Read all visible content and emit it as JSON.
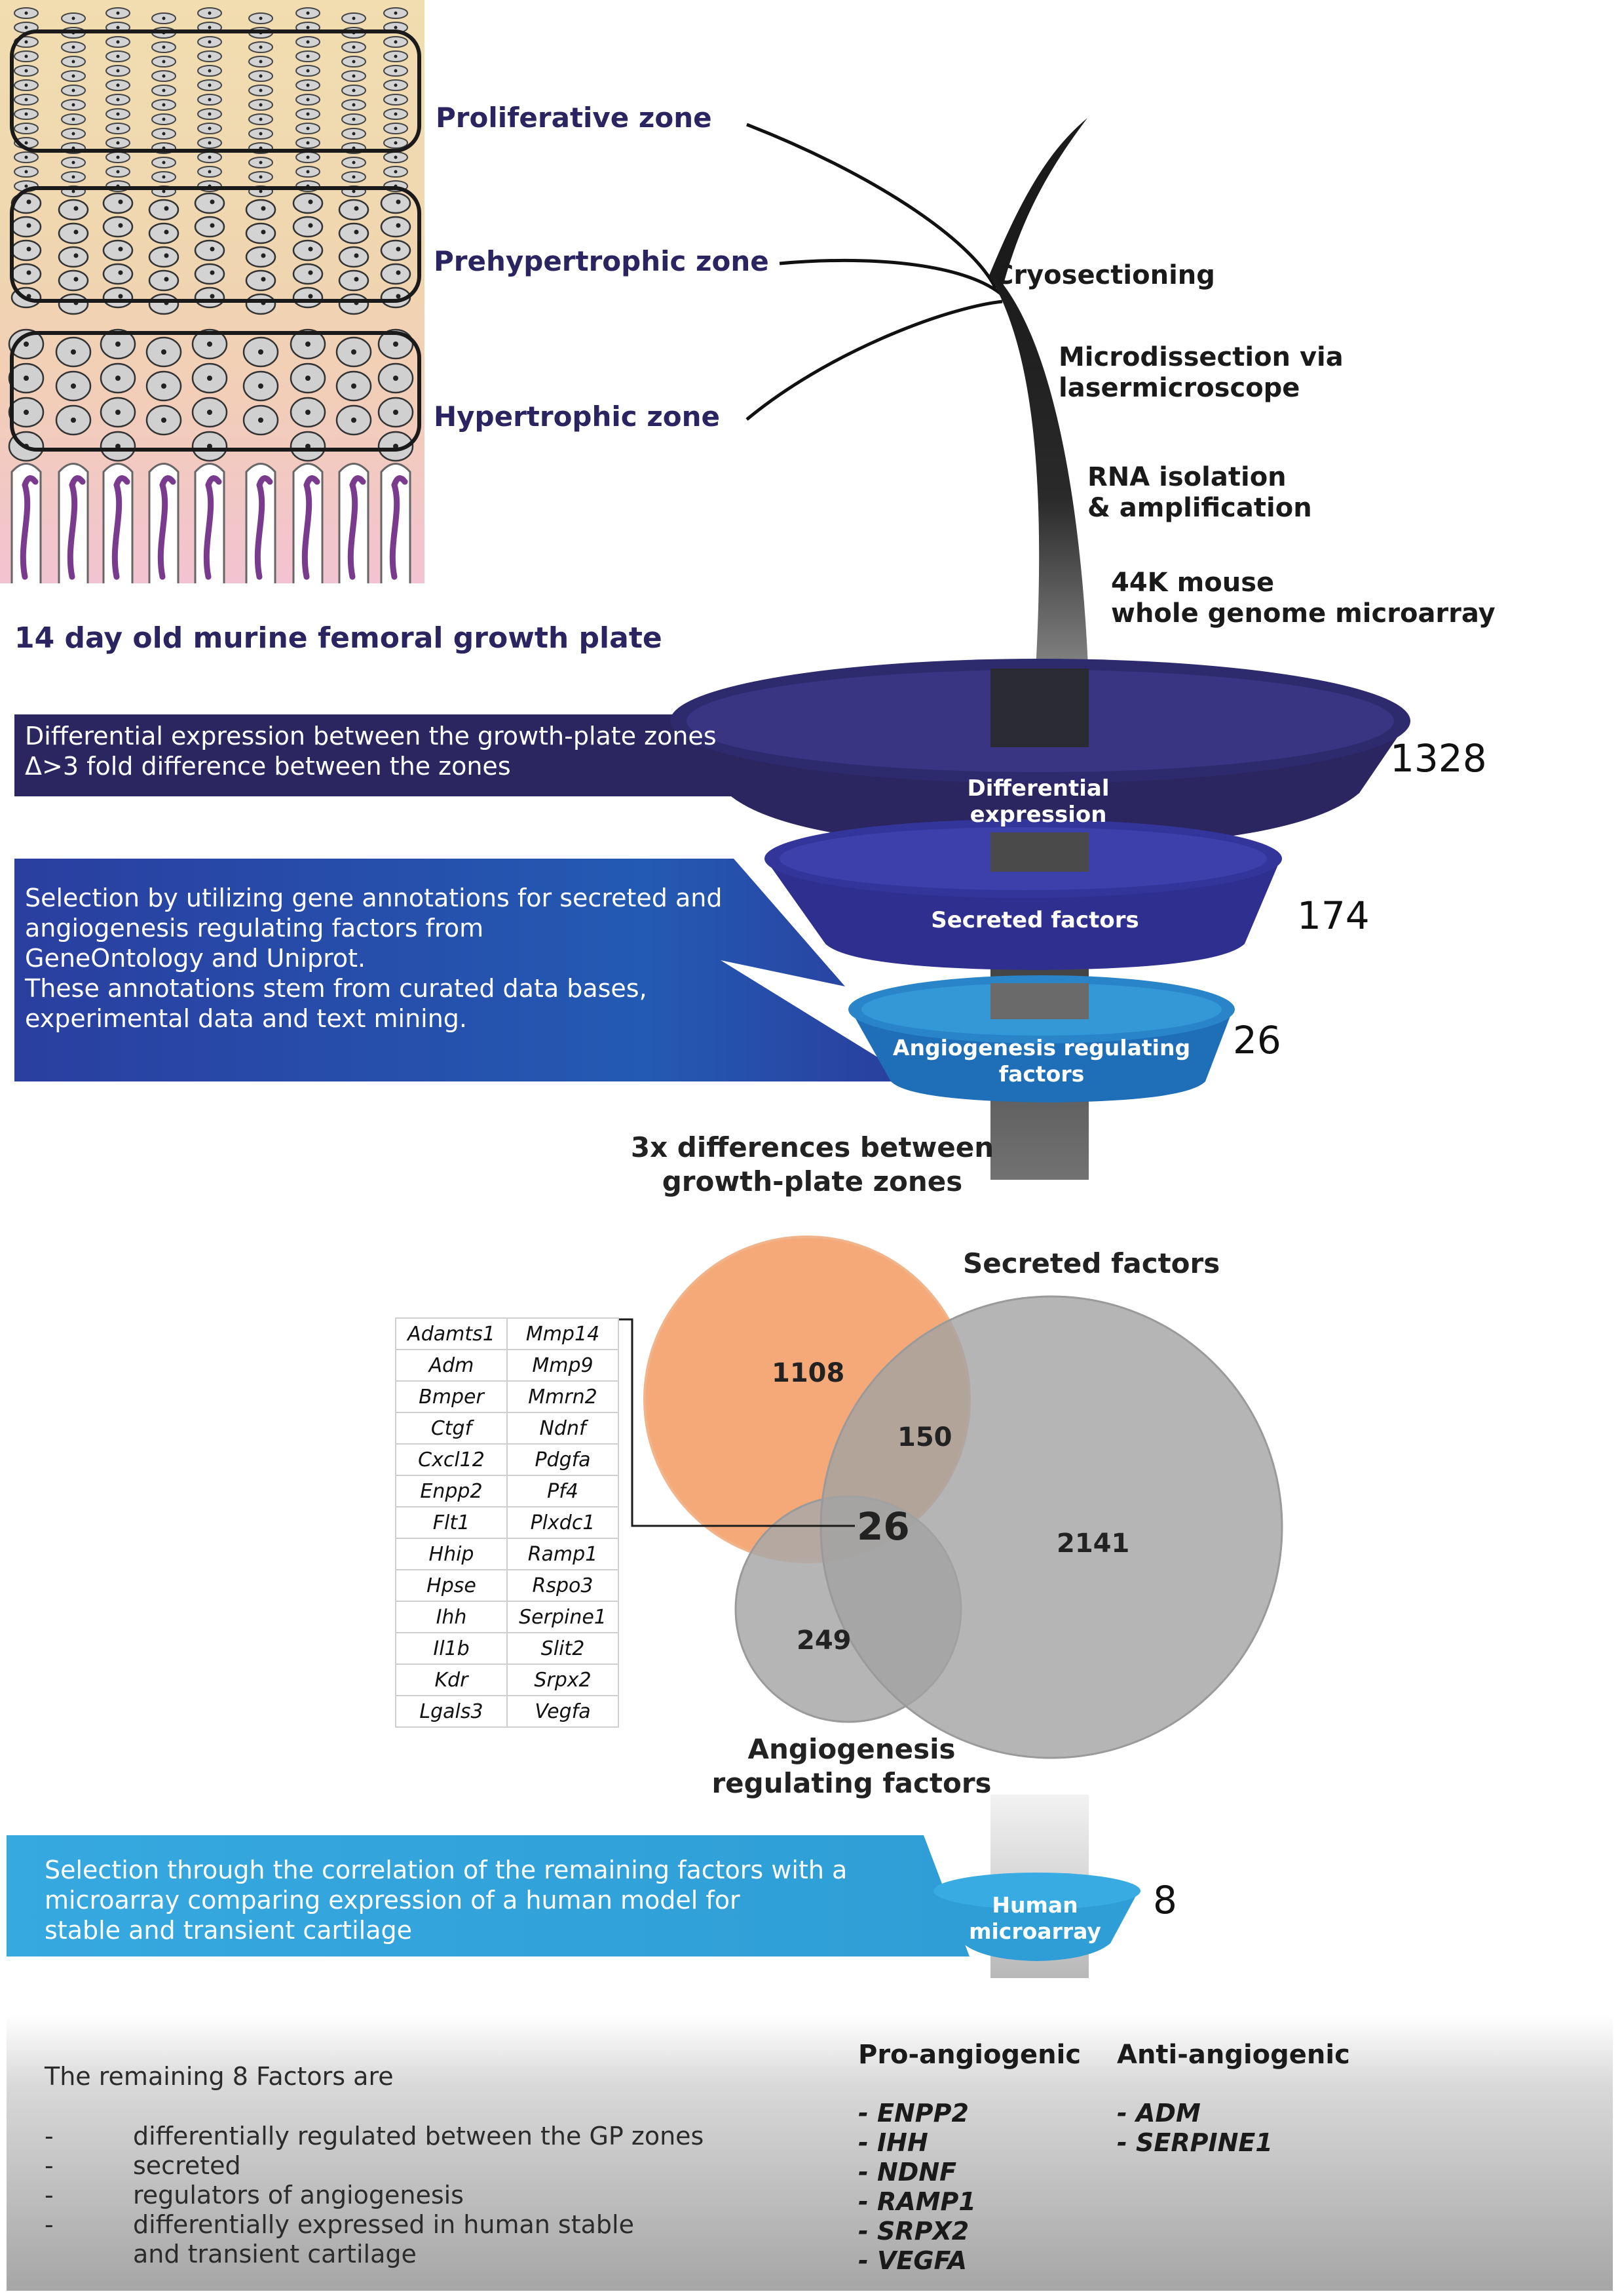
{
  "zones": {
    "proliferative": "Proliferative zone",
    "prehypertrophic": "Prehypertrophic zone",
    "hypertrophic": "Hypertrophic zone"
  },
  "specimen_caption": "14 day old murine femoral growth plate",
  "workflow_steps": {
    "cryo": "Cryosectioning",
    "micro_1": "Microdissection via",
    "micro_2": "lasermicroscope",
    "rna_1": "RNA isolation",
    "rna_2": "& amplification",
    "array_1": "44K mouse",
    "array_2": "whole genome microarray"
  },
  "funnel": {
    "diff": {
      "label": "Differential expression",
      "count": "1328"
    },
    "secreted": {
      "label": "Secreted factors",
      "count": "174"
    },
    "angio": {
      "label_1": "Angiogenesis regulating",
      "label_2": "factors",
      "count": "26"
    },
    "human": {
      "label_1": "Human",
      "label_2": "microarray",
      "count": "8"
    }
  },
  "bands": {
    "diff": [
      "Differential expression between the growth-plate zones",
      "Δ>3 fold difference between the zones"
    ],
    "selection": [
      "Selection by utilizing gene annotations for secreted and",
      "angiogenesis regulating factors from",
      "GeneOntology and Uniprot.",
      "These annotations stem from curated data bases,",
      "experimental data and text mining."
    ],
    "human": [
      "Selection through the correlation of the remaining factors with a",
      "microarray comparing expression of a human model for",
      "stable and transient cartilage"
    ]
  },
  "venn": {
    "diff_title_1": "3x differences between",
    "diff_title_2": "growth-plate zones",
    "secreted_title": "Secreted factors",
    "angio_title_1": "Angiogenesis",
    "angio_title_2": "regulating factors",
    "counts": {
      "diff_only": "1108",
      "diff_secreted": "150",
      "all_three": "26",
      "secreted_only": "2141",
      "angio_only": "249"
    },
    "colors": {
      "diff": "#f5a878",
      "secreted": "#a3a3a3",
      "angio": "#a8a8a8"
    }
  },
  "gene_table": {
    "left": [
      "Adamts1",
      "Adm",
      "Bmper",
      "Ctgf",
      "Cxcl12",
      "Enpp2",
      "Flt1",
      "Hhip",
      "Hpse",
      "Ihh",
      "Il1b",
      "Kdr",
      "Lgals3"
    ],
    "right": [
      "Mmp14",
      "Mmp9",
      "Mmrn2",
      "Ndnf",
      "Pdgfa",
      "Pf4",
      "Plxdc1",
      "Ramp1",
      "Rspo3",
      "Serpine1",
      "Slit2",
      "Srpx2",
      "Vegfa"
    ]
  },
  "remaining": {
    "title": "The remaining 8 Factors are",
    "bullet": "-",
    "items": [
      "differentially regulated between the GP zones",
      "secreted",
      "regulators of angiogenesis",
      "differentially expressed in human stable",
      "and transient cartilage"
    ]
  },
  "pro_angiogenic": {
    "title": "Pro-angiogenic",
    "items": [
      "- ENPP2",
      "- IHH",
      "- NDNF",
      "- RAMP1",
      "- SRPX2",
      "- VEGFA"
    ]
  },
  "anti_angiogenic": {
    "title": "Anti-angiogenic",
    "items": [
      "- ADM",
      "- SERPINE1"
    ]
  },
  "palette": {
    "navy": "#2b2660",
    "royal": "#2e2f8e",
    "mid_blue": "#1f6fb8",
    "sky": "#34a6dd",
    "zone_text": "#2a2560"
  }
}
